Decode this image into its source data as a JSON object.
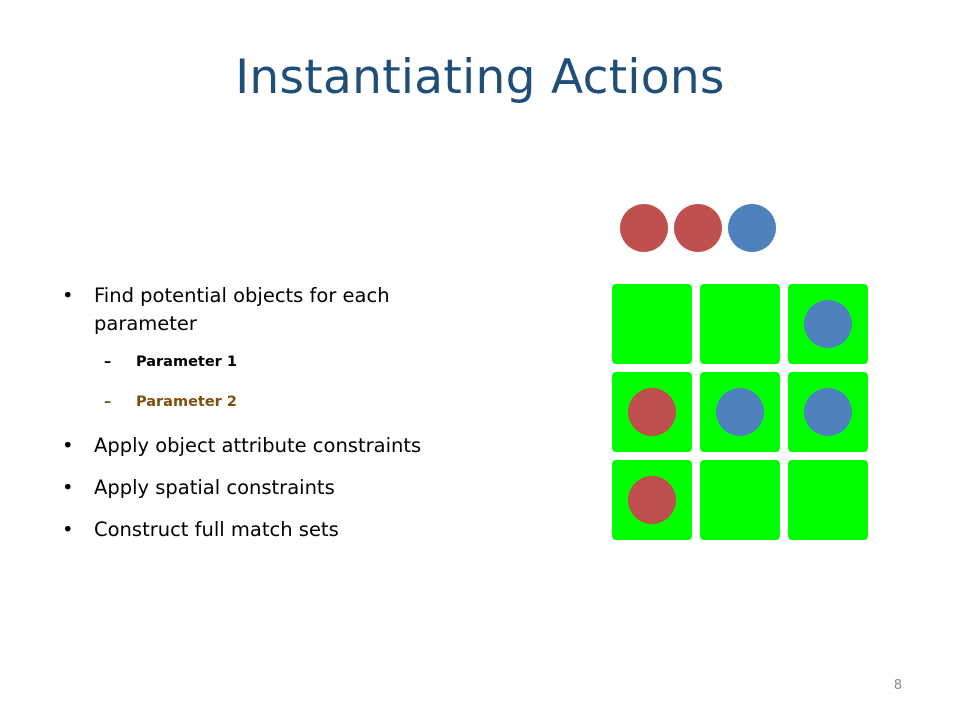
{
  "slide": {
    "title": "Instantiating Actions",
    "page_number": "8"
  },
  "bullets": [
    {
      "text": "Find potential objects for each parameter"
    },
    {
      "text": "Apply object attribute constraints"
    },
    {
      "text": "Apply spatial constraints"
    },
    {
      "text": "Construct full match sets"
    }
  ],
  "sub_bullets": [
    {
      "text": "Parameter 1",
      "color": "#000000"
    },
    {
      "text": "Parameter 2",
      "color": "#7f4f0f"
    }
  ],
  "figure": {
    "colors": {
      "cell": "#00ff00",
      "red_object": "#c0504d",
      "blue_object": "#4f81bd"
    },
    "top_row_objects": [
      "red",
      "red",
      "blue"
    ],
    "grid": [
      [
        "",
        "",
        "blue"
      ],
      [
        "red",
        "blue",
        "blue"
      ],
      [
        "red",
        "",
        ""
      ]
    ]
  }
}
